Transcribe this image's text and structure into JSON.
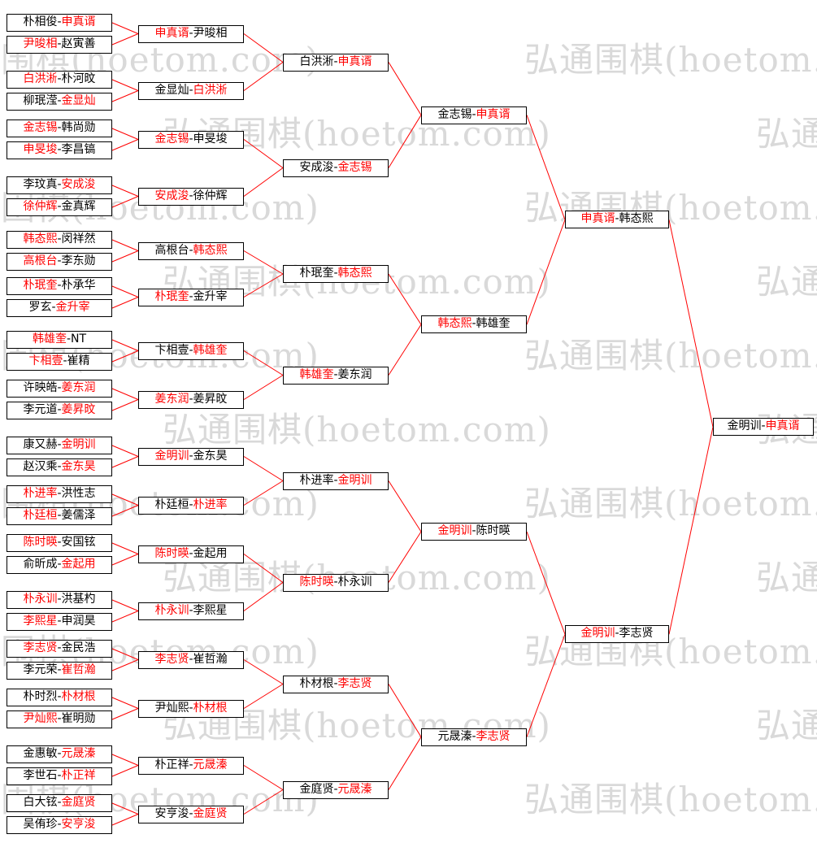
{
  "watermark": {
    "text": "弘通围棋(hoetom.com)",
    "color": "#d9d9d9"
  },
  "colors": {
    "winner_text": "#ff0000",
    "player_text": "#000000",
    "connector_line": "#ff0000",
    "box_border": "#000000",
    "box_background": "#ffffff"
  },
  "bracket": {
    "separator": "-",
    "rounds": [
      [
        {
          "p1": "朴相俊",
          "p2": "申真谞",
          "winner": 2
        },
        {
          "p1": "尹晙相",
          "p2": "赵寅善",
          "winner": 1
        },
        {
          "p1": "白洪淅",
          "p2": "朴河旼",
          "winner": 1
        },
        {
          "p1": "柳珉滢",
          "p2": "金显灿",
          "winner": 2
        },
        {
          "p1": "金志锡",
          "p2": "韩尚勋",
          "winner": 1
        },
        {
          "p1": "申旻埈",
          "p2": "李昌镐",
          "winner": 1
        },
        {
          "p1": "李玟真",
          "p2": "安成浚",
          "winner": 2
        },
        {
          "p1": "徐仲辉",
          "p2": "金真辉",
          "winner": 1
        },
        {
          "p1": "韩态熙",
          "p2": "闵祥然",
          "winner": 1
        },
        {
          "p1": "高根台",
          "p2": "李东勋",
          "winner": 1
        },
        {
          "p1": "朴珉奎",
          "p2": "朴承华",
          "winner": 1
        },
        {
          "p1": "罗玄",
          "p2": "金升宰",
          "winner": 2
        },
        {
          "p1": "韩雄奎",
          "p2": "NT",
          "winner": 1
        },
        {
          "p1": "卞相壹",
          "p2": "崔精",
          "winner": 1
        },
        {
          "p1": "许映皓",
          "p2": "姜东润",
          "winner": 2
        },
        {
          "p1": "李元道",
          "p2": "姜昇旼",
          "winner": 2
        },
        {
          "p1": "康又赫",
          "p2": "金明训",
          "winner": 2
        },
        {
          "p1": "赵汉乘",
          "p2": "金东昊",
          "winner": 2
        },
        {
          "p1": "朴进率",
          "p2": "洪性志",
          "winner": 1
        },
        {
          "p1": "朴廷桓",
          "p2": "姜儒泽",
          "winner": 1
        },
        {
          "p1": "陈时暎",
          "p2": "安国铉",
          "winner": 1
        },
        {
          "p1": "俞昕成",
          "p2": "金起用",
          "winner": 2
        },
        {
          "p1": "朴永训",
          "p2": "洪基杓",
          "winner": 1
        },
        {
          "p1": "李熙星",
          "p2": "申润昊",
          "winner": 1
        },
        {
          "p1": "李志贤",
          "p2": "金民浩",
          "winner": 1
        },
        {
          "p1": "李元荣",
          "p2": "崔哲瀚",
          "winner": 2
        },
        {
          "p1": "朴时烈",
          "p2": "朴材根",
          "winner": 2
        },
        {
          "p1": "尹灿熙",
          "p2": "崔明勋",
          "winner": 1
        },
        {
          "p1": "金惠敏",
          "p2": "元晟溱",
          "winner": 2
        },
        {
          "p1": "李世石",
          "p2": "朴正祥",
          "winner": 2
        },
        {
          "p1": "白大铉",
          "p2": "金庭贤",
          "winner": 2
        },
        {
          "p1": "吴侑珍",
          "p2": "安亨浚",
          "winner": 2
        }
      ],
      [
        {
          "p1": "申真谞",
          "p2": "尹晙相",
          "winner": 1
        },
        {
          "p1": "金显灿",
          "p2": "白洪淅",
          "winner": 2
        },
        {
          "p1": "金志锡",
          "p2": "申旻埈",
          "winner": 1
        },
        {
          "p1": "安成浚",
          "p2": "徐仲辉",
          "winner": 1
        },
        {
          "p1": "高根台",
          "p2": "韩态熙",
          "winner": 2
        },
        {
          "p1": "朴珉奎",
          "p2": "金升宰",
          "winner": 1
        },
        {
          "p1": "卞相壹",
          "p2": "韩雄奎",
          "winner": 2
        },
        {
          "p1": "姜东润",
          "p2": "姜昇旼",
          "winner": 1
        },
        {
          "p1": "金明训",
          "p2": "金东昊",
          "winner": 1
        },
        {
          "p1": "朴廷桓",
          "p2": "朴进率",
          "winner": 2
        },
        {
          "p1": "陈时暎",
          "p2": "金起用",
          "winner": 1
        },
        {
          "p1": "朴永训",
          "p2": "李熙星",
          "winner": 1
        },
        {
          "p1": "李志贤",
          "p2": "崔哲瀚",
          "winner": 1
        },
        {
          "p1": "尹灿熙",
          "p2": "朴材根",
          "winner": 2
        },
        {
          "p1": "朴正祥",
          "p2": "元晟溱",
          "winner": 2
        },
        {
          "p1": "安亨浚",
          "p2": "金庭贤",
          "winner": 2
        }
      ],
      [
        {
          "p1": "白洪淅",
          "p2": "申真谞",
          "winner": 2
        },
        {
          "p1": "安成浚",
          "p2": "金志锡",
          "winner": 2
        },
        {
          "p1": "朴珉奎",
          "p2": "韩态熙",
          "winner": 2
        },
        {
          "p1": "韩雄奎",
          "p2": "姜东润",
          "winner": 1
        },
        {
          "p1": "朴进率",
          "p2": "金明训",
          "winner": 2
        },
        {
          "p1": "陈时暎",
          "p2": "朴永训",
          "winner": 1
        },
        {
          "p1": "朴材根",
          "p2": "李志贤",
          "winner": 2
        },
        {
          "p1": "金庭贤",
          "p2": "元晟溱",
          "winner": 2
        }
      ],
      [
        {
          "p1": "金志锡",
          "p2": "申真谞",
          "winner": 2
        },
        {
          "p1": "韩态熙",
          "p2": "韩雄奎",
          "winner": 1
        },
        {
          "p1": "金明训",
          "p2": "陈时暎",
          "winner": 1
        },
        {
          "p1": "元晟溱",
          "p2": "李志贤",
          "winner": 2
        }
      ],
      [
        {
          "p1": "申真谞",
          "p2": "韩态熙",
          "winner": 1
        },
        {
          "p1": "金明训",
          "p2": "李志贤",
          "winner": 1
        }
      ],
      [
        {
          "p1": "金明训",
          "p2": "申真谞",
          "winner": 2
        }
      ]
    ]
  }
}
